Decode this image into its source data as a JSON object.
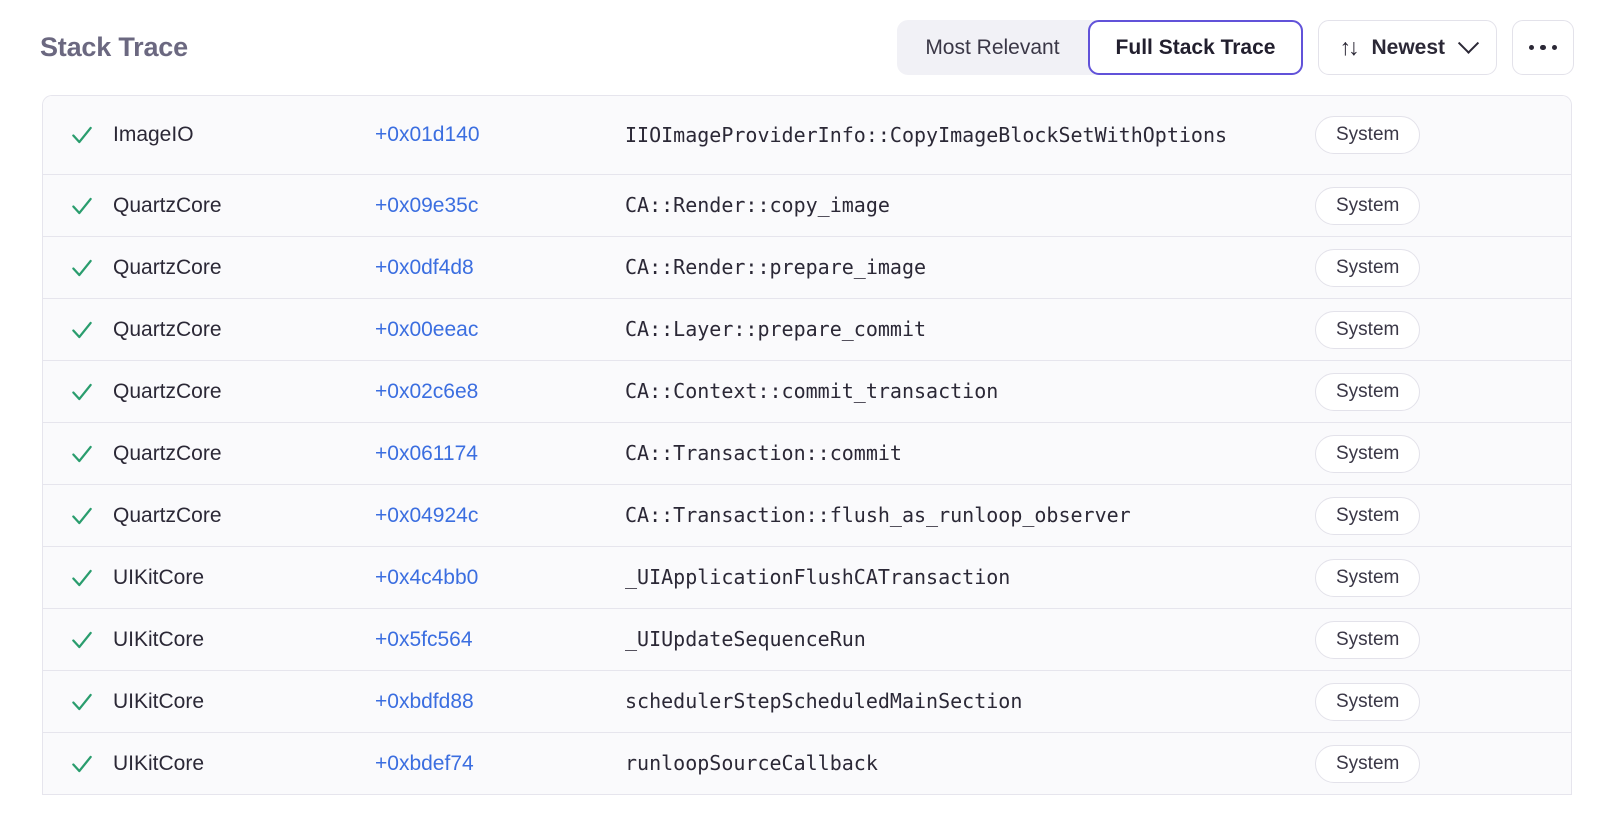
{
  "header": {
    "title": "Stack Trace",
    "segmented": {
      "options": [
        {
          "label": "Most Relevant",
          "selected": false
        },
        {
          "label": "Full Stack Trace",
          "selected": true
        }
      ]
    },
    "sort": {
      "icon": "sort-arrows-icon",
      "glyph": "↑↓",
      "label": "Newest",
      "chevron": "chevron-down-icon"
    },
    "more": {
      "label": "•••",
      "icon": "ellipsis-icon"
    }
  },
  "colors": {
    "accent_purple": "#6152d9",
    "address_blue": "#3b6ee0",
    "check_green": "#2a9d6e",
    "title_gray": "#6b6880",
    "row_background": "#fafafc",
    "row_border": "#e6e5ed",
    "segment_track": "#f1f1f6"
  },
  "table": {
    "rows": [
      {
        "status_icon": "check-icon",
        "library": "ImageIO",
        "address": "+0x01d140",
        "symbol": "IIOImageProviderInfo::CopyImageBlockSetWithOptions",
        "badge": "System"
      },
      {
        "status_icon": "check-icon",
        "library": "QuartzCore",
        "address": "+0x09e35c",
        "symbol": "CA::Render::copy_image",
        "badge": "System"
      },
      {
        "status_icon": "check-icon",
        "library": "QuartzCore",
        "address": "+0x0df4d8",
        "symbol": "CA::Render::prepare_image",
        "badge": "System"
      },
      {
        "status_icon": "check-icon",
        "library": "QuartzCore",
        "address": "+0x00eeac",
        "symbol": "CA::Layer::prepare_commit",
        "badge": "System"
      },
      {
        "status_icon": "check-icon",
        "library": "QuartzCore",
        "address": "+0x02c6e8",
        "symbol": "CA::Context::commit_transaction",
        "badge": "System"
      },
      {
        "status_icon": "check-icon",
        "library": "QuartzCore",
        "address": "+0x061174",
        "symbol": "CA::Transaction::commit",
        "badge": "System"
      },
      {
        "status_icon": "check-icon",
        "library": "QuartzCore",
        "address": "+0x04924c",
        "symbol": "CA::Transaction::flush_as_runloop_observer",
        "badge": "System"
      },
      {
        "status_icon": "check-icon",
        "library": "UIKitCore",
        "address": "+0x4c4bb0",
        "symbol": "_UIApplicationFlushCATransaction",
        "badge": "System"
      },
      {
        "status_icon": "check-icon",
        "library": "UIKitCore",
        "address": "+0x5fc564",
        "symbol": "_UIUpdateSequenceRun",
        "badge": "System"
      },
      {
        "status_icon": "check-icon",
        "library": "UIKitCore",
        "address": "+0xbdfd88",
        "symbol": "schedulerStepScheduledMainSection",
        "badge": "System"
      },
      {
        "status_icon": "check-icon",
        "library": "UIKitCore",
        "address": "+0xbdef74",
        "symbol": "runloopSourceCallback",
        "badge": "System"
      }
    ]
  }
}
